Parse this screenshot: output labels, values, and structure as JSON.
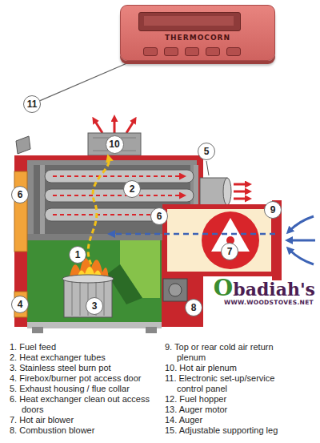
{
  "diagram": {
    "nodes": [
      {
        "text": [
          "THERMOCORN"
        ]
      },
      {
        "text": [
          "11"
        ]
      },
      {
        "text": [
          "10"
        ]
      },
      {
        "text": [
          "5"
        ]
      },
      {
        "text": [
          "2"
        ]
      },
      {
        "text": [
          "6"
        ]
      },
      {
        "text": [
          "9"
        ]
      },
      {
        "text": [
          "6"
        ]
      },
      {
        "text": [
          "7"
        ]
      },
      {
        "text": [
          "1"
        ]
      },
      {
        "text": [
          "4"
        ]
      },
      {
        "text": [
          "3"
        ]
      },
      {
        "text": [
          "8"
        ]
      }
    ],
    "edges": [
      {
        "from": 1,
        "to": 0,
        "arrow": "none"
      }
    ],
    "labels": [
      "Obadiah's",
      "WWW.WOODSTOVES.NET",
      "1. Fuel feed",
      "2. Heat exchanger tubes",
      "3. Stainless steel burn pot",
      "4. Firebox/burner pot access door",
      "5. Exhaust housing / flue collar",
      "6. Heat exchanger clean out access doors",
      "7. Hot air blower",
      "8. Combustion blower",
      "9. Top or rear cold air return plenum",
      "10. Hot air plenum",
      "11. Electronic set-up/service control panel",
      "12. Fuel hopper",
      "13. Auger motor",
      "14. Auger",
      "15. Adjustable supporting leg"
    ]
  }
}
